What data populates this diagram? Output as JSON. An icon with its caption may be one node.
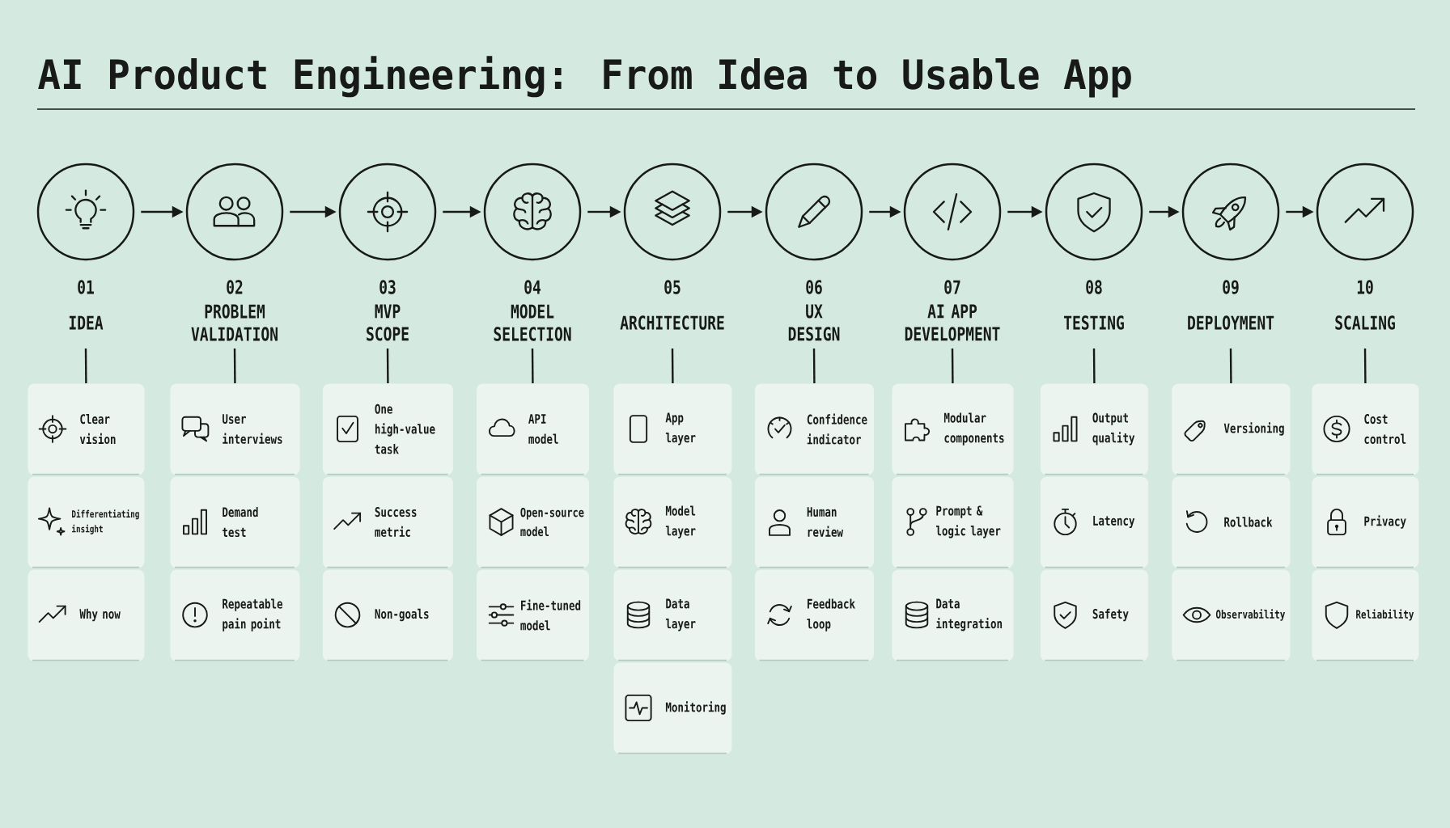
{
  "diagram": {
    "title": "AI Product Engineering: From Idea to Usable App",
    "nodes": [
      {
        "text": [
          "01",
          "IDEA"
        ]
      },
      {
        "text": [
          "02",
          "PROBLEM VALIDATION"
        ]
      },
      {
        "text": [
          "03",
          "MVP SCOPE"
        ]
      },
      {
        "text": [
          "04",
          "MODEL SELECTION"
        ]
      },
      {
        "text": [
          "05",
          "ARCHITECTURE"
        ]
      },
      {
        "text": [
          "06",
          "UX DESIGN"
        ]
      },
      {
        "text": [
          "07",
          "AI APP DEVELOPMENT"
        ]
      },
      {
        "text": [
          "08",
          "TESTING"
        ]
      },
      {
        "text": [
          "09",
          "DEPLOYMENT"
        ]
      },
      {
        "text": [
          "10",
          "SCALING"
        ]
      },
      {
        "text": [
          "Clear vision"
        ]
      },
      {
        "text": [
          "Differentiating insight"
        ]
      },
      {
        "text": [
          "Why now"
        ]
      },
      {
        "text": [
          "User interviews"
        ]
      },
      {
        "text": [
          "Demand test"
        ]
      },
      {
        "text": [
          "Repeatable pain point"
        ]
      },
      {
        "text": [
          "One high-value task"
        ]
      },
      {
        "text": [
          "Success metric"
        ]
      },
      {
        "text": [
          "Non-goals"
        ]
      },
      {
        "text": [
          "API model"
        ]
      },
      {
        "text": [
          "Open-source model"
        ]
      },
      {
        "text": [
          "Fine-tuned model"
        ]
      },
      {
        "text": [
          "App layer"
        ]
      },
      {
        "text": [
          "Model layer"
        ]
      },
      {
        "text": [
          "Data layer"
        ]
      },
      {
        "text": [
          "Monitoring"
        ]
      },
      {
        "text": [
          "Confidence indicator"
        ]
      },
      {
        "text": [
          "Human review"
        ]
      },
      {
        "text": [
          "Feedback loop"
        ]
      },
      {
        "text": [
          "Modular components"
        ]
      },
      {
        "text": [
          "Prompt & logic layer"
        ]
      },
      {
        "text": [
          "Data integration"
        ]
      },
      {
        "text": [
          "Output quality"
        ]
      },
      {
        "text": [
          "Latency"
        ]
      },
      {
        "text": [
          "Safety"
        ]
      },
      {
        "text": [
          "Versioning"
        ]
      },
      {
        "text": [
          "Rollback"
        ]
      },
      {
        "text": [
          "Observability"
        ]
      },
      {
        "text": [
          "Cost control"
        ]
      },
      {
        "text": [
          "Privacy"
        ]
      },
      {
        "text": [
          "Reliability"
        ]
      }
    ],
    "edges": [
      {
        "from": 0,
        "to": 1,
        "arrow": "to"
      },
      {
        "from": 1,
        "to": 2,
        "arrow": "to"
      },
      {
        "from": 2,
        "to": 3,
        "arrow": "to"
      },
      {
        "from": 3,
        "to": 4,
        "arrow": "to"
      },
      {
        "from": 4,
        "to": 5,
        "arrow": "to"
      },
      {
        "from": 5,
        "to": 6,
        "arrow": "to"
      },
      {
        "from": 6,
        "to": 7,
        "arrow": "to"
      },
      {
        "from": 7,
        "to": 8,
        "arrow": "to"
      },
      {
        "from": 8,
        "to": 9,
        "arrow": "to"
      },
      {
        "from": 0,
        "to": 10,
        "arrow": "none"
      },
      {
        "from": 1,
        "to": 13,
        "arrow": "none"
      },
      {
        "from": 2,
        "to": 16,
        "arrow": "none"
      },
      {
        "from": 3,
        "to": 19,
        "arrow": "none"
      },
      {
        "from": 4,
        "to": 22,
        "arrow": "none"
      },
      {
        "from": 5,
        "to": 26,
        "arrow": "none"
      },
      {
        "from": 6,
        "to": 29,
        "arrow": "none"
      },
      {
        "from": 7,
        "to": 32,
        "arrow": "none"
      },
      {
        "from": 8,
        "to": 35,
        "arrow": "none"
      },
      {
        "from": 9,
        "to": 38,
        "arrow": "none"
      }
    ]
  }
}
